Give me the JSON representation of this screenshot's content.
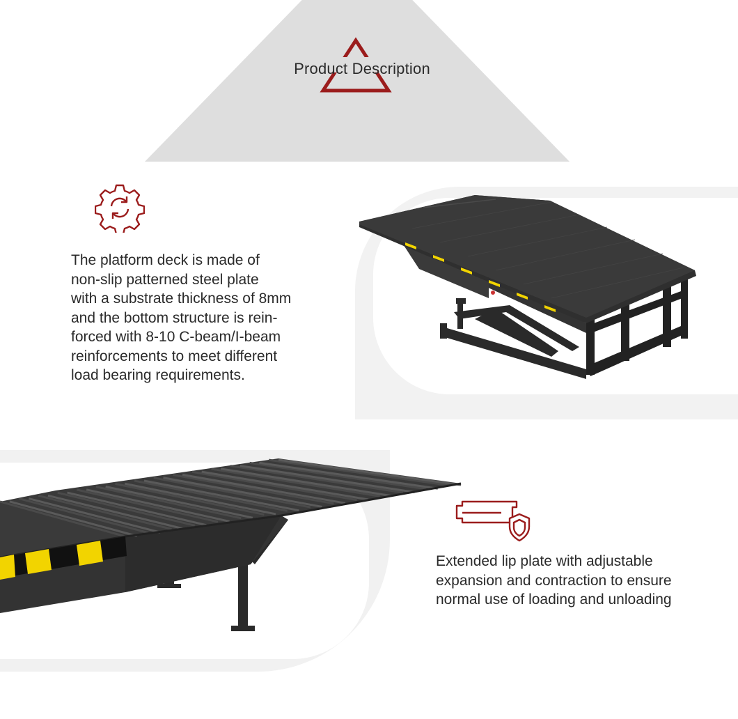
{
  "header": {
    "title": "Product Description"
  },
  "section_platform": {
    "icon": "gear-refresh-icon",
    "text": "The platform deck is made of non-slip patterned steel plate with a substrate thickness of 8mm and the bottom structure is rein-forced with 8-10 C-beam/I-beam reinforcements to meet different load bearing requirements.",
    "lines": [
      "The platform deck is made of",
      "non-slip patterned steel plate",
      "with a substrate thickness of 8mm",
      "and the bottom structure is rein-",
      "forced with 8-10 C-beam/I-beam",
      "reinforcements to meet different",
      "load bearing requirements."
    ]
  },
  "section_lip": {
    "icon": "plate-shield-icon",
    "lines": [
      "Extended lip plate with adjustable",
      "expansion and contraction to ensure",
      "normal use of loading and unloading"
    ]
  },
  "colors": {
    "accent": "#9b1c1c",
    "header_bg": "#dedede",
    "text": "#2a2a2a",
    "steel": "#2e2e2e",
    "warning_yellow": "#f2d400"
  }
}
